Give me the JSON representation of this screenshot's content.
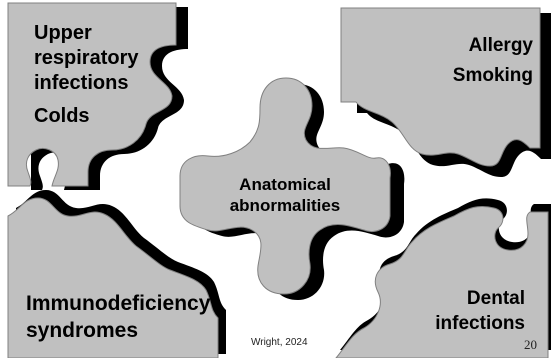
{
  "slide": {
    "pieces": {
      "top_left": {
        "heading_lines": [
          "Upper",
          "respiratory",
          "infections"
        ],
        "extra": "Colds"
      },
      "top_right": {
        "lines": [
          "Allergy",
          "Smoking"
        ]
      },
      "center": {
        "lines": [
          "Anatomical",
          "abnormalities"
        ]
      },
      "bottom_left": {
        "lines": [
          "Immunodeficiency",
          "syndromes"
        ]
      },
      "bottom_right": {
        "lines": [
          "Dental",
          "infections"
        ]
      }
    },
    "footer": {
      "credit": "Wright, 2024",
      "page_number": "20"
    }
  },
  "colors": {
    "piece_fill": "#c0c0c0",
    "piece_shadow": "#000000",
    "text": "#000000"
  }
}
